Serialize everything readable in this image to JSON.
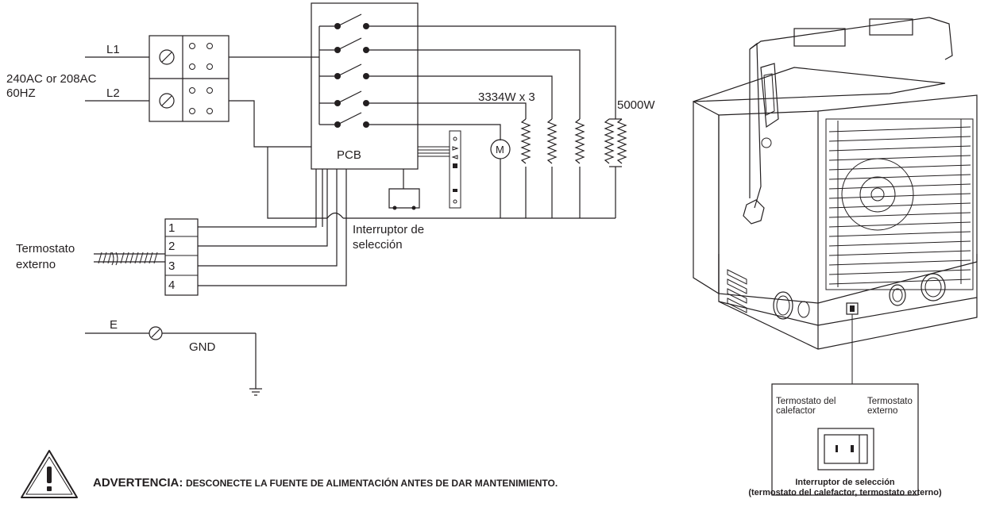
{
  "wiring": {
    "line1": "L1",
    "line2": "L2",
    "voltage": "240AC or 208AC",
    "frequency": "60HZ",
    "pcb": "PCB",
    "motor": "M",
    "element_rating": "3334W  x 3",
    "total_rating": "5000W",
    "selector_switch_line1": "Interruptor de",
    "selector_switch_line2": "selección",
    "ground_label": "E",
    "gnd": "GND"
  },
  "thermostat": {
    "label_line1": "Termostato",
    "label_line2": "externo",
    "terminals": [
      "1",
      "2",
      "3",
      "4"
    ]
  },
  "switch_panel": {
    "left_line1": "Termostato del",
    "left_line2": "calefactor",
    "right_line1": "Termostato",
    "right_line2": "externo",
    "caption_line1": "Interruptor de selección",
    "caption_line2": "(termostato del calefactor, termostato externo)"
  },
  "warning": {
    "prefix": "ADVERTENCIA:",
    "text": "DESCONECTE LA FUENTE DE ALIMENTACIÓN ANTES DE DAR MANTENIMIENTO."
  },
  "colors": {
    "ink": "#231f20"
  }
}
